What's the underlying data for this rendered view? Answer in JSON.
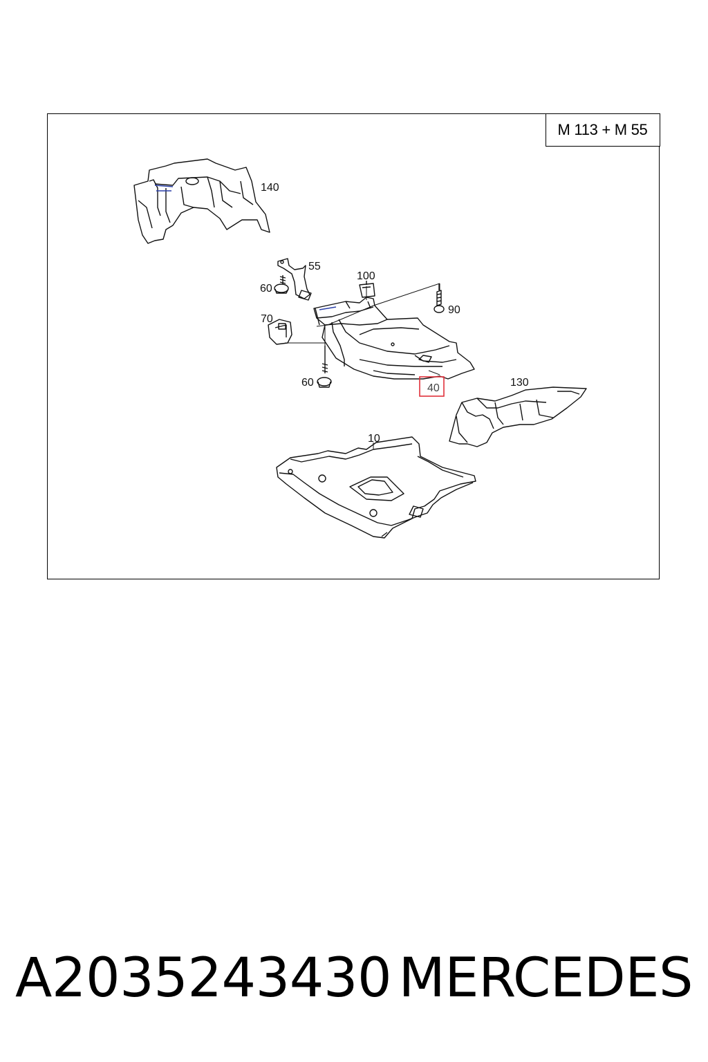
{
  "model_label": "M 113 + M 55",
  "callouts": {
    "p140": "140",
    "p55": "55",
    "p60a": "60",
    "p100": "100",
    "p90": "90",
    "p70": "70",
    "p60b": "60",
    "p40": "40",
    "p130": "130",
    "p10": "10"
  },
  "highlight_color": "#e0303a",
  "footer": {
    "part_number": "A2035243430",
    "brand": "MERCEDES"
  }
}
